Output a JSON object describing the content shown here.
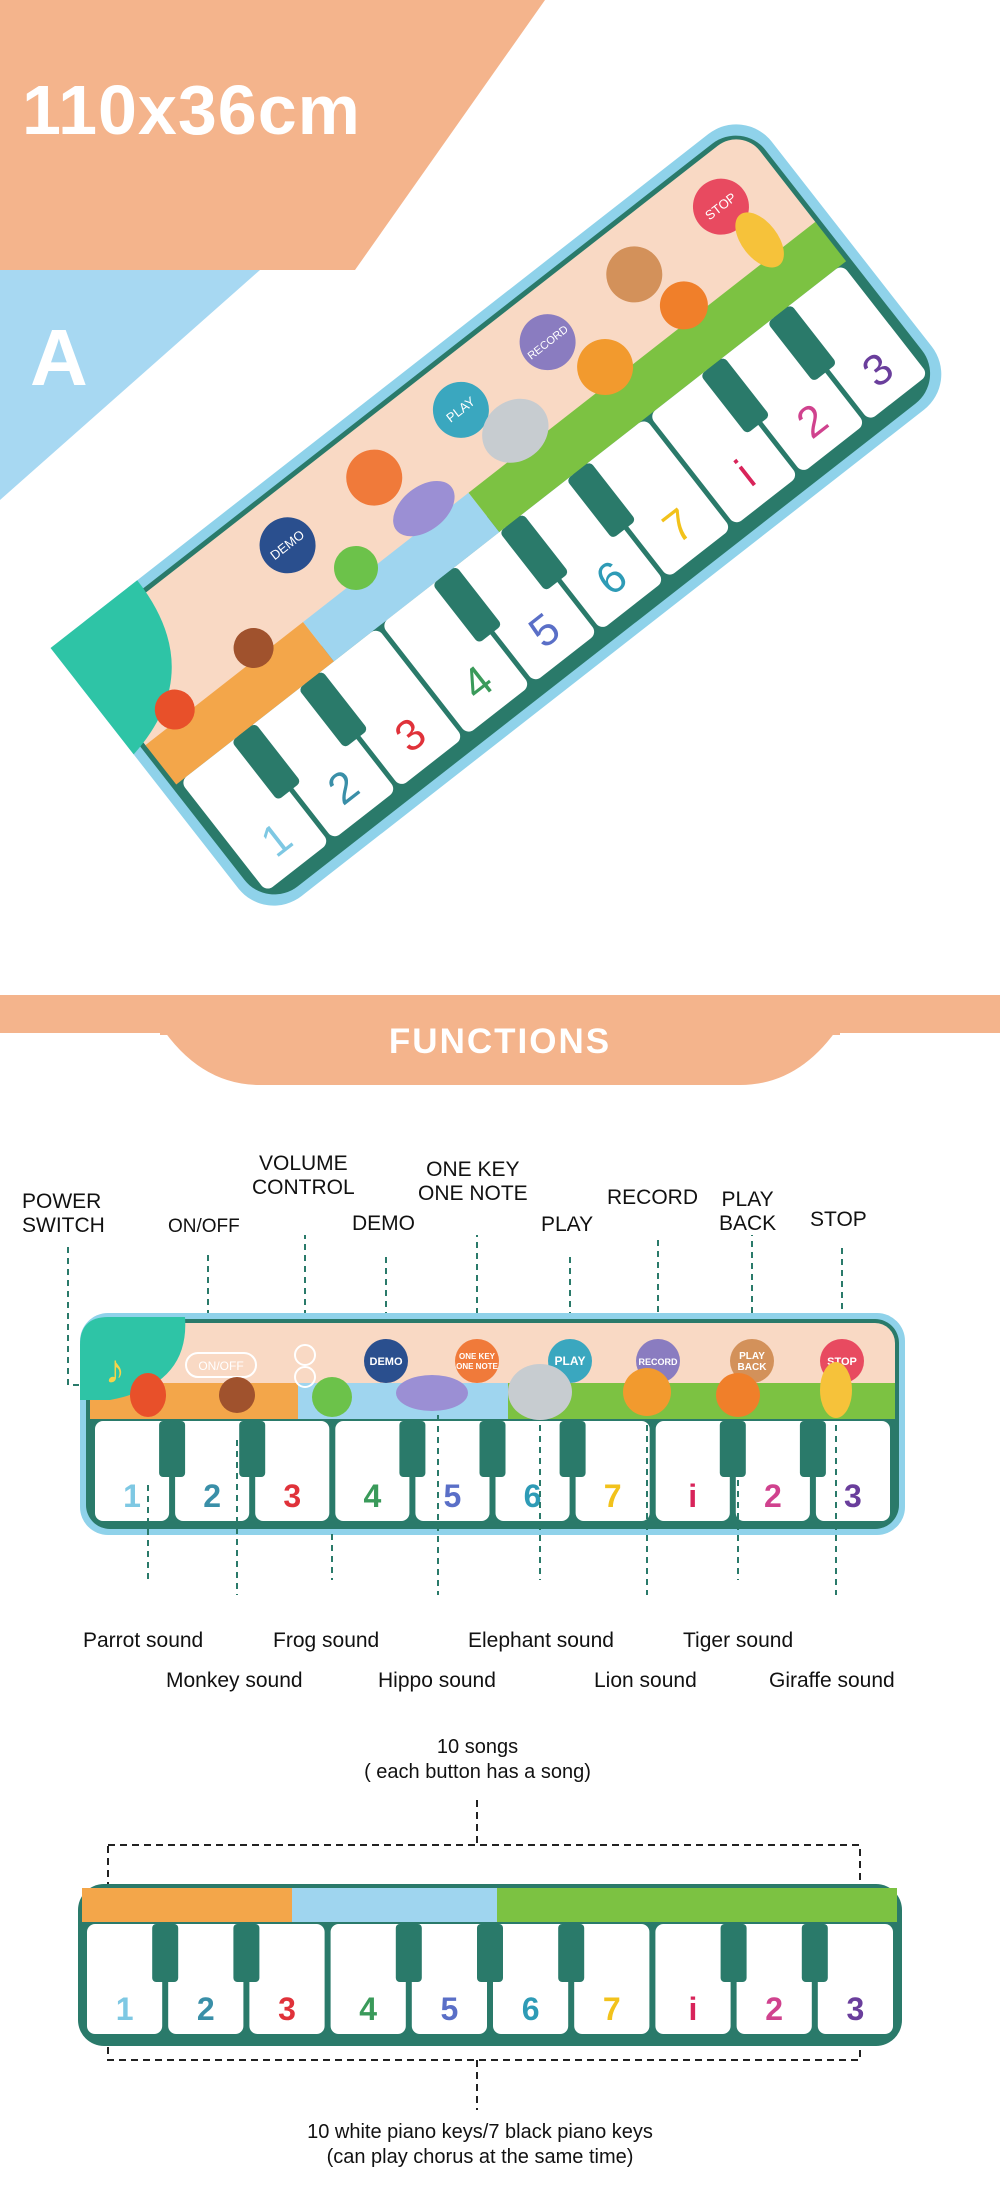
{
  "size_label": "110x36cm",
  "variant_label": "A",
  "functions_title": "FUNCTIONS",
  "buttons": {
    "on_off": "ON/OFF",
    "demo": "DEMO",
    "one_key_line1": "ONE KEY",
    "one_key_line2": "ONE NOTE",
    "play": "PLAY",
    "record": "RECORD",
    "play_back_line1": "PLAY",
    "play_back_line2": "BACK",
    "stop": "STOP"
  },
  "callouts": {
    "power_switch_line1": "POWER",
    "power_switch_line2": "SWITCH",
    "on_off": "ON/OFF",
    "volume_line1": "VOLUME",
    "volume_line2": "CONTROL",
    "demo": "DEMO",
    "one_key_line1": "ONE KEY",
    "one_key_line2": "ONE NOTE",
    "play": "PLAY",
    "record": "RECORD",
    "play_back_line1": "PLAY",
    "play_back_line2": "BACK",
    "stop": "STOP"
  },
  "sounds": {
    "parrot": "Parrot sound",
    "monkey": "Monkey sound",
    "frog": "Frog sound",
    "hippo": "Hippo sound",
    "elephant": "Elephant sound",
    "lion": "Lion sound",
    "tiger": "Tiger sound",
    "giraffe": "Giraffe sound"
  },
  "songs_note_line1": "10 songs",
  "songs_note_line2": "( each button has a song)",
  "keys_note_line1": "10 white piano keys/7 black piano keys",
  "keys_note_line2": "(can play chorus at the same time)",
  "key_labels": [
    "1",
    "2",
    "3",
    "4",
    "5",
    "6",
    "7",
    "i",
    "2",
    "3"
  ],
  "key_colors": [
    "#7ec8e3",
    "#3a8fa8",
    "#e0323a",
    "#3a9a5a",
    "#5a6fc7",
    "#2e9bb6",
    "#f2c21b",
    "#d8245a",
    "#d0428e",
    "#6a3e9c"
  ],
  "colors": {
    "orange_band": "#f4b48c",
    "blue_band": "#a7d8f2",
    "mat_border": "#2a7a6a",
    "mat_edge": "#8fd2ea",
    "mat_top": "#f9d9c4",
    "ground_orange": "#f3a64a",
    "ground_blue": "#9fd5ef",
    "ground_green": "#7cc242",
    "control_teal": "#2ec4a6",
    "button_navy": "#2a4f8e",
    "button_orange": "#f07a3a",
    "button_teal": "#3aa7bf",
    "button_purple": "#8a7cc0",
    "button_tan": "#d3915a",
    "button_red": "#e84a60"
  }
}
